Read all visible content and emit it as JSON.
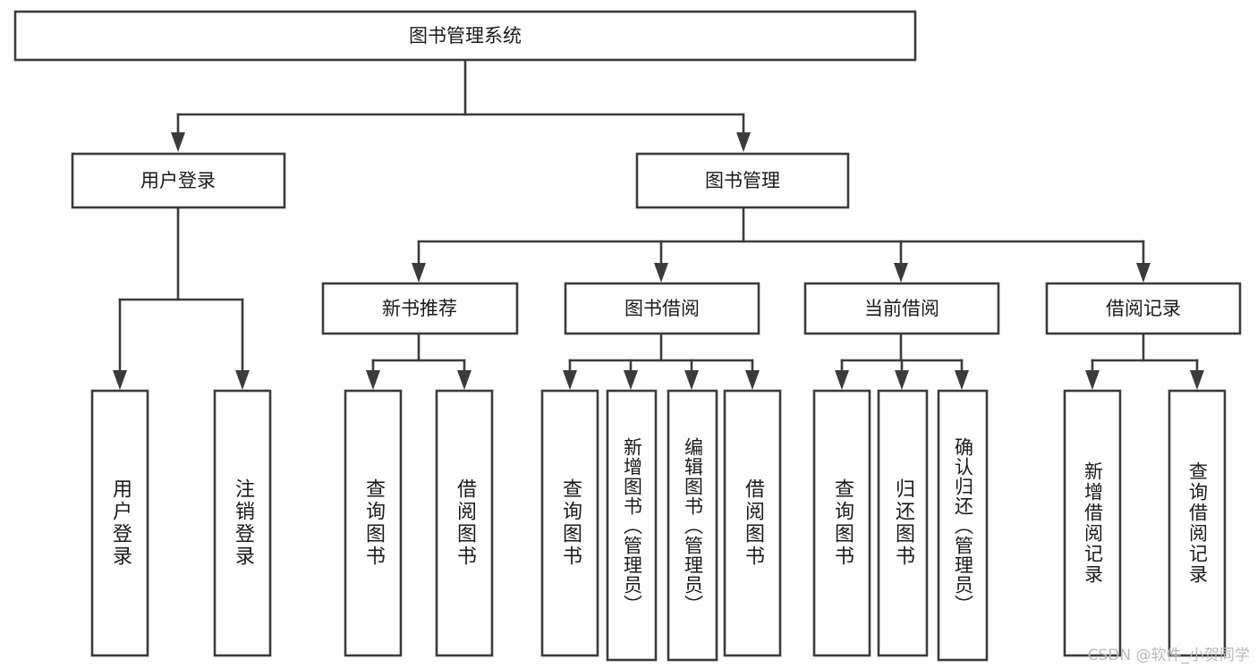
{
  "diagram": {
    "title_text": "图书管理系统",
    "type": "tree",
    "orientation": "top-down",
    "colors": {
      "box_stroke": "#3b3b3b",
      "box_fill": "#ffffff",
      "text": "#1a1a1a",
      "background": "#ffffff",
      "watermark": "#b9b9b9"
    }
  },
  "watermark": {
    "text": "CSDN @软件_小贺同学"
  },
  "nodes": {
    "root": {
      "label": "图书管理系统",
      "level": 1
    },
    "level2": [
      {
        "id": "user-login",
        "label": "用户登录"
      },
      {
        "id": "book-management",
        "label": "图书管理"
      }
    ],
    "level3": [
      {
        "id": "new-book-recommend",
        "label": "新书推荐",
        "parent": "book-management"
      },
      {
        "id": "book-borrow",
        "label": "图书借阅",
        "parent": "book-management"
      },
      {
        "id": "current-borrow",
        "label": "当前借阅",
        "parent": "book-management"
      },
      {
        "id": "borrow-record",
        "label": "借阅记录",
        "parent": "book-management"
      }
    ],
    "leaves": {
      "user-login": [
        {
          "id": "leaf-user-login",
          "label": "用户登录"
        },
        {
          "id": "leaf-user-logout",
          "label": "注销登录"
        }
      ],
      "new-book-recommend": [
        {
          "id": "leaf-query-book-1",
          "label": "查询图书"
        },
        {
          "id": "leaf-borrow-book-1",
          "label": "借阅图书"
        }
      ],
      "book-borrow": [
        {
          "id": "leaf-query-book-2",
          "label": "查询图书"
        },
        {
          "id": "leaf-add-book",
          "label": "新增图书（管理员）"
        },
        {
          "id": "leaf-edit-book",
          "label": "编辑图书（管理员）"
        },
        {
          "id": "leaf-borrow-book-2",
          "label": "借阅图书"
        }
      ],
      "current-borrow": [
        {
          "id": "leaf-query-book-3",
          "label": "查询图书"
        },
        {
          "id": "leaf-return-book",
          "label": "归还图书"
        },
        {
          "id": "leaf-confirm-return",
          "label": "确认归还（管理员）"
        }
      ],
      "borrow-record": [
        {
          "id": "leaf-add-record",
          "label": "新增借阅记录"
        },
        {
          "id": "leaf-query-record",
          "label": "查询借阅记录"
        }
      ]
    }
  }
}
